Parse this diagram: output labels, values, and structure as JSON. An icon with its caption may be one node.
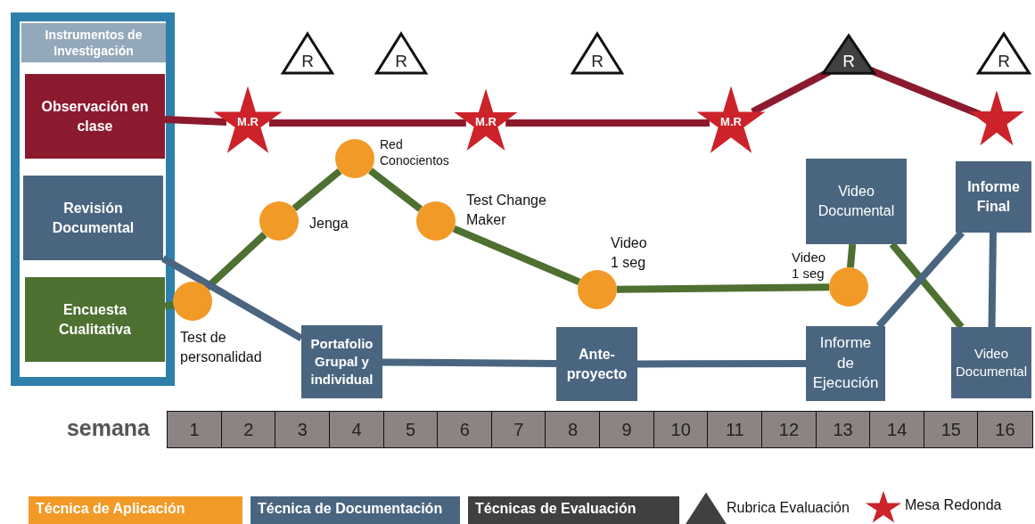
{
  "diagram": {
    "nodes": [
      {
        "text": [
          "Instrumentos de Investigación"
        ]
      },
      {
        "text": [
          "Observación en clase"
        ],
        "in": 0
      },
      {
        "text": [
          "Revisión Documental"
        ],
        "in": 0
      },
      {
        "text": [
          "Encuesta Cualitativa"
        ],
        "in": 0
      },
      {
        "text": [
          "M.R"
        ]
      },
      {
        "text": [
          "M.R"
        ]
      },
      {
        "text": [
          "M.R"
        ]
      },
      {
        "text": [],
        "shape": "star"
      },
      {
        "text": [
          "R"
        ]
      },
      {
        "text": [
          "R"
        ]
      },
      {
        "text": [
          "R"
        ]
      },
      {
        "text": [
          "R"
        ]
      },
      {
        "text": [
          "R"
        ]
      },
      {
        "text": [],
        "shape": "circle",
        "beside": [
          "Test de personalidad"
        ]
      },
      {
        "text": [],
        "shape": "circle",
        "beside": [
          "Jenga"
        ]
      },
      {
        "text": [],
        "shape": "circle",
        "beside": [
          "Red Conocientos"
        ]
      },
      {
        "text": [],
        "shape": "circle",
        "beside": [
          "Test Change Maker"
        ]
      },
      {
        "text": [],
        "shape": "circle",
        "beside": [
          "Video 1 seg"
        ]
      },
      {
        "text": [],
        "shape": "circle",
        "beside": [
          "Video 1 seg"
        ]
      },
      {
        "text": [
          "Portafolio Grupal y individual"
        ]
      },
      {
        "text": [
          "Ante-proyecto"
        ]
      },
      {
        "text": [
          "Informe de Ejecución"
        ]
      },
      {
        "text": [
          "Video Documental"
        ]
      },
      {
        "text": [
          "Informe Final"
        ]
      },
      {
        "text": [
          "Video Documental"
        ]
      }
    ],
    "edges": [
      {
        "from": 1,
        "to": 4,
        "arrow": "none",
        "color": "#8b1a2e"
      },
      {
        "from": 4,
        "to": 5,
        "arrow": "none",
        "color": "#8b1a2e"
      },
      {
        "from": 5,
        "to": 6,
        "arrow": "none",
        "color": "#8b1a2e"
      },
      {
        "from": 6,
        "to": 11,
        "arrow": "none",
        "color": "#8b1a2e"
      },
      {
        "from": 11,
        "to": 7,
        "arrow": "none",
        "color": "#8b1a2e"
      },
      {
        "from": 3,
        "to": 13,
        "arrow": "none",
        "color": "#4e7031"
      },
      {
        "from": 13,
        "to": 14,
        "arrow": "none",
        "color": "#4e7031"
      },
      {
        "from": 14,
        "to": 15,
        "arrow": "none",
        "color": "#4e7031"
      },
      {
        "from": 15,
        "to": 16,
        "arrow": "none",
        "color": "#4e7031"
      },
      {
        "from": 16,
        "to": 17,
        "arrow": "none",
        "color": "#4e7031"
      },
      {
        "from": 17,
        "to": 18,
        "arrow": "none",
        "color": "#4e7031"
      },
      {
        "from": 18,
        "to": 22,
        "arrow": "none",
        "color": "#4e7031"
      },
      {
        "from": 22,
        "to": 24,
        "arrow": "none",
        "color": "#4e7031"
      },
      {
        "from": 2,
        "to": 19,
        "arrow": "none",
        "color": "#4a6580"
      },
      {
        "from": 19,
        "to": 20,
        "arrow": "none",
        "color": "#4a6580"
      },
      {
        "from": 20,
        "to": 21,
        "arrow": "none",
        "color": "#4a6580"
      },
      {
        "from": 21,
        "to": 23,
        "arrow": "none",
        "color": "#4a6580"
      },
      {
        "from": 23,
        "to": 24,
        "arrow": "none",
        "color": "#4a6580"
      }
    ],
    "labels": [
      "semana",
      "1",
      "2",
      "3",
      "4",
      "5",
      "6",
      "7",
      "8",
      "9",
      "10",
      "11",
      "12",
      "13",
      "14",
      "15",
      "16"
    ],
    "legend": [
      {
        "text": "Técnica de Aplicación",
        "color": "#f29a27"
      },
      {
        "text": "Técnica de Documentación",
        "color": "#4a6580"
      },
      {
        "text": "Técnicas de Evaluación",
        "color": "#404040"
      },
      {
        "text": "Rubrica Evaluación"
      },
      {
        "text": "Mesa Redonda"
      }
    ]
  }
}
